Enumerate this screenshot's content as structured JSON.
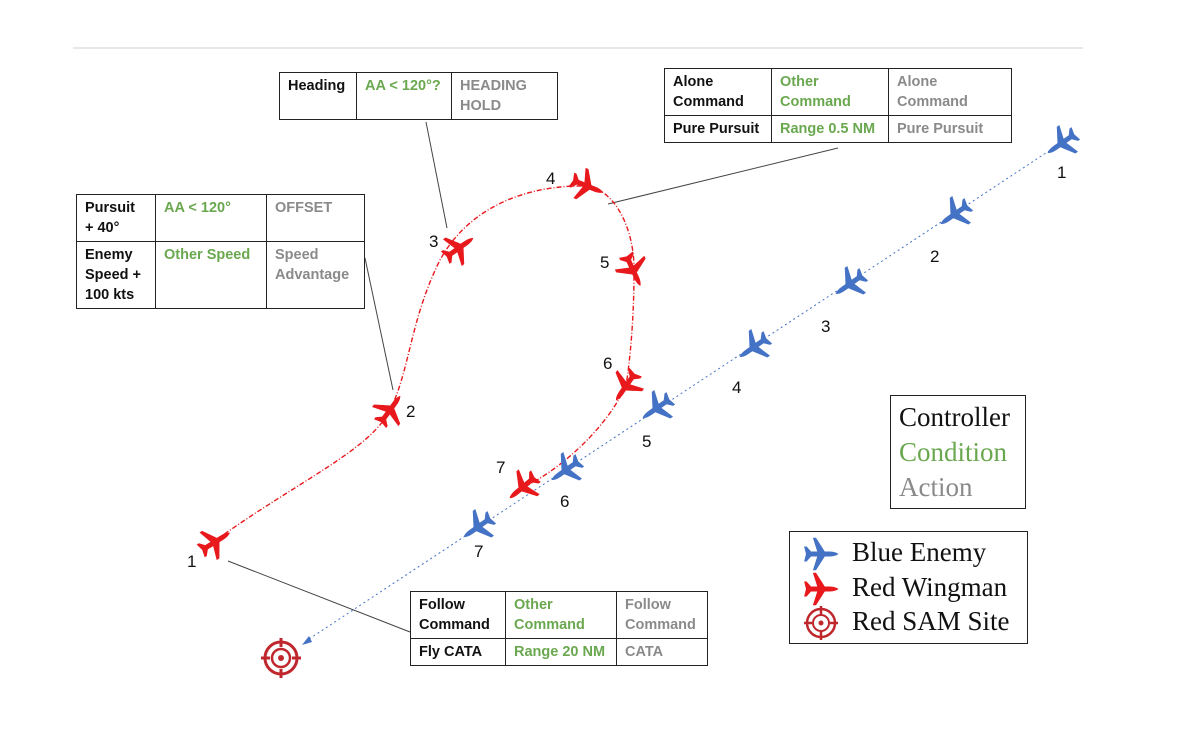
{
  "tables": {
    "t1": {
      "rows": [
        {
          "controller": "Pursuit + 40°",
          "condition": "AA < 120°",
          "action": "OFFSET"
        },
        {
          "controller": "Enemy Speed + 100 kts",
          "condition": "Other Speed",
          "action": "Speed Advantage"
        }
      ]
    },
    "t2": {
      "rows": [
        {
          "controller": "Heading",
          "condition": "AA < 120°?",
          "action": "HEADING HOLD"
        }
      ]
    },
    "t3": {
      "rows": [
        {
          "controller": "Alone Command",
          "condition": "Other Command",
          "action": "Alone Command"
        },
        {
          "controller": "Pure Pursuit",
          "condition": "Range 0.5 NM",
          "action": "Pure Pursuit"
        }
      ]
    },
    "t4": {
      "rows": [
        {
          "controller": "Follow Command",
          "condition": "Other Command",
          "action": "Follow Command"
        },
        {
          "controller": "Fly CATA",
          "condition": "Range 20 NM",
          "action": "CATA"
        }
      ]
    }
  },
  "key_legend": {
    "controller": "Controller",
    "condition": "Condition",
    "action": "Action"
  },
  "icon_legend": {
    "blue": "Blue Enemy",
    "red": "Red Wingman",
    "sam": "Red SAM Site"
  },
  "red_labels": [
    "1",
    "2",
    "3",
    "4",
    "5",
    "6",
    "7"
  ],
  "blue_labels": [
    "1",
    "2",
    "3",
    "4",
    "5",
    "6",
    "7"
  ],
  "colors": {
    "red": "#e8191d",
    "blue": "#4472c4",
    "sam": "#c0272d",
    "condition": "#6aa84f",
    "action": "#8a8a8a"
  },
  "icons": {
    "red_aircraft": "red-jet-icon",
    "blue_aircraft": "blue-jet-icon",
    "sam": "sam-target-icon"
  }
}
